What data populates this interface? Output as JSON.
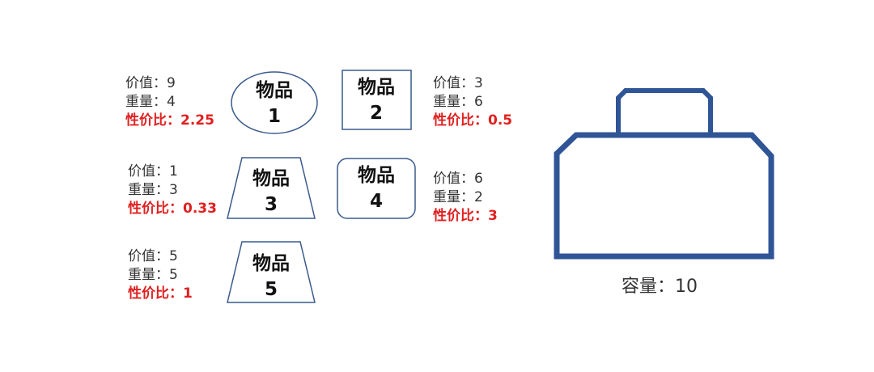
{
  "items": [
    {
      "name": "物品",
      "number": "1",
      "value_line": "价值：9",
      "weight_line": "重量：4",
      "ratio_line": "性价比：2.25"
    },
    {
      "name": "物品",
      "number": "2",
      "value_line": "价值：3",
      "weight_line": "重量：6",
      "ratio_line": "性价比：0.5"
    },
    {
      "name": "物品",
      "number": "3",
      "value_line": "价值：1",
      "weight_line": "重量：3",
      "ratio_line": "性价比：0.33"
    },
    {
      "name": "物品",
      "number": "4",
      "value_line": "价值：6",
      "weight_line": "重量：2",
      "ratio_line": "性价比：3"
    },
    {
      "name": "物品",
      "number": "5",
      "value_line": "价值：5",
      "weight_line": "重量：5",
      "ratio_line": "性价比：1"
    }
  ],
  "bag": {
    "capacity_line": "容量：10"
  },
  "colors": {
    "shape_stroke": "#3a5a8c",
    "bag_stroke": "#2f5597",
    "ratio_text": "#e02020"
  }
}
